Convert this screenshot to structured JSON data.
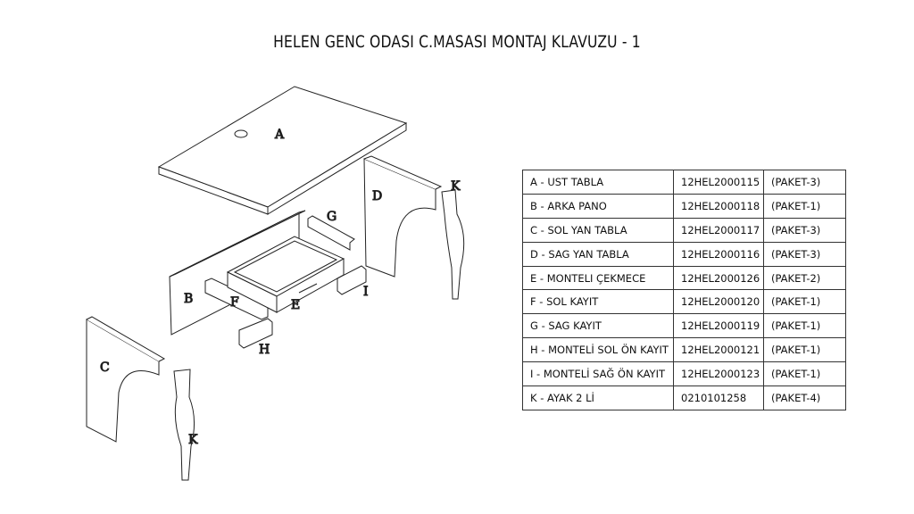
{
  "title": "HELEN GENC ODASI C.MASASI MONTAJ KLAVUZU - 1",
  "diagram_labels": {
    "A": "A",
    "B": "B",
    "C": "C",
    "D": "D",
    "E": "E",
    "F": "F",
    "G": "G",
    "H": "H",
    "I": "I",
    "K1": "K",
    "K2": "K"
  },
  "parts": [
    {
      "name": "A - UST TABLA",
      "code": "12HEL2000115",
      "package": "(PAKET-3)"
    },
    {
      "name": "B - ARKA PANO",
      "code": "12HEL2000118",
      "package": "(PAKET-1)"
    },
    {
      "name": "C - SOL YAN TABLA",
      "code": "12HEL2000117",
      "package": "(PAKET-3)"
    },
    {
      "name": "D - SAG YAN TABLA",
      "code": "12HEL2000116",
      "package": "(PAKET-3)"
    },
    {
      "name": "E - MONTELI ÇEKMECE",
      "code": "12HEL2000126",
      "package": "(PAKET-2)"
    },
    {
      "name": "F - SOL KAYIT",
      "code": "12HEL2000120",
      "package": "(PAKET-1)"
    },
    {
      "name": "G - SAG KAYIT",
      "code": "12HEL2000119",
      "package": "(PAKET-1)"
    },
    {
      "name": "H - MONTELİ SOL ÖN KAYIT",
      "code": "12HEL2000121",
      "package": "(PAKET-1)"
    },
    {
      "name": "I - MONTELİ SAĞ ÖN KAYIT",
      "code": "12HEL2000123",
      "package": "(PAKET-1)"
    },
    {
      "name": "K - AYAK 2  Lİ",
      "code": "0210101258",
      "package": "(PAKET-4)"
    }
  ]
}
